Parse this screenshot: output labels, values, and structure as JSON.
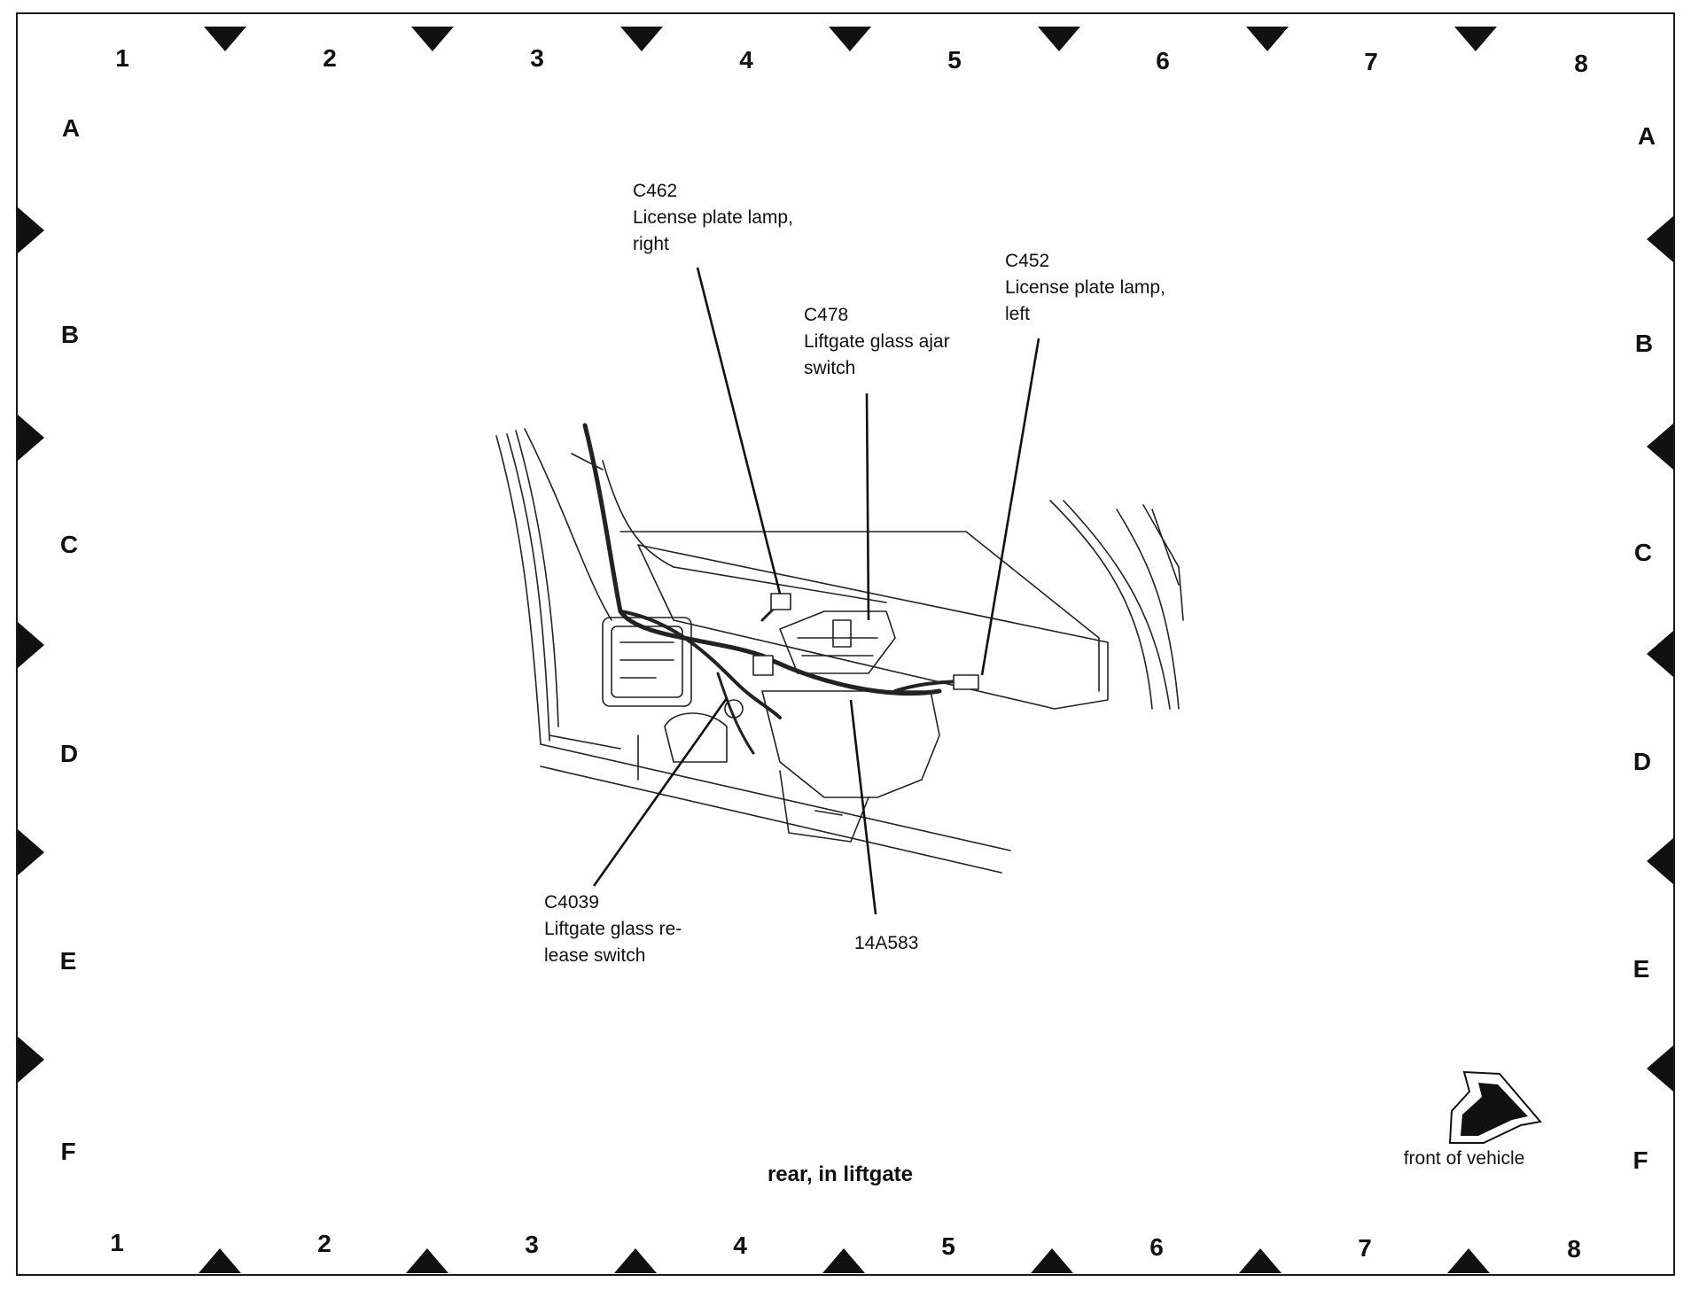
{
  "grid": {
    "columns": [
      "1",
      "2",
      "3",
      "4",
      "5",
      "6",
      "7",
      "8"
    ],
    "rows": [
      "A",
      "B",
      "C",
      "D",
      "E",
      "F"
    ]
  },
  "callouts": {
    "c462": {
      "id": "C462",
      "line1": "License plate lamp,",
      "line2": "right"
    },
    "c478": {
      "id": "C478",
      "line1": "Liftgate glass ajar",
      "line2": "switch"
    },
    "c452": {
      "id": "C452",
      "line1": "License plate lamp,",
      "line2": "left"
    },
    "c4039": {
      "id": "C4039",
      "line1": "Liftgate glass re-",
      "line2": "lease switch"
    },
    "harness": {
      "id": "14A583"
    }
  },
  "caption": "rear, in liftgate",
  "orientation": {
    "label": "front of vehicle",
    "icon": "arrow-icon"
  }
}
